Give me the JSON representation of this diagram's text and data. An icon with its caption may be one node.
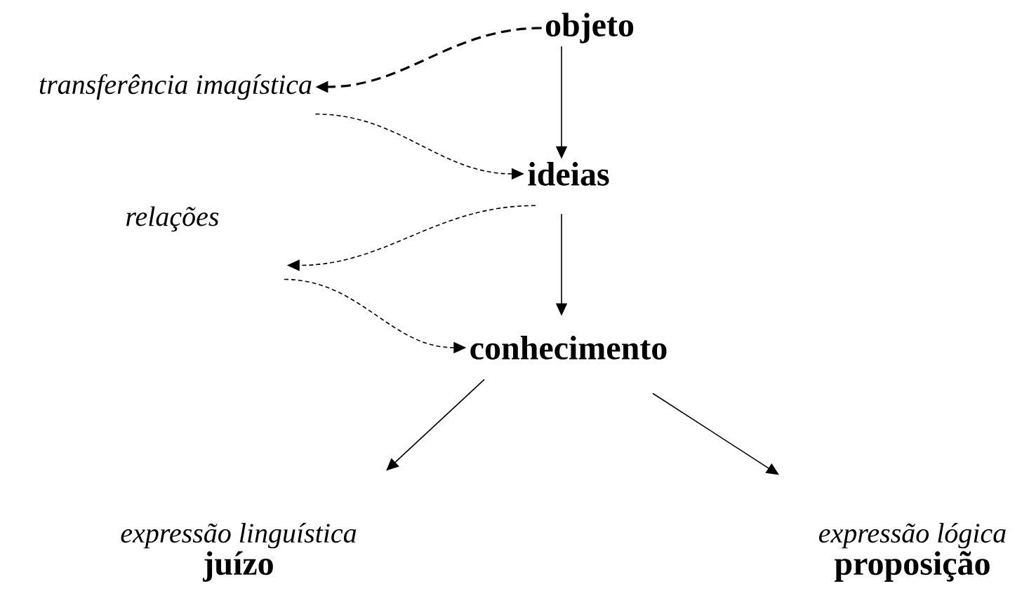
{
  "diagram": {
    "nodes": [
      {
        "text": [
          "objeto"
        ]
      },
      {
        "text": [
          "transferência  imagística"
        ]
      },
      {
        "text": [
          "ideias"
        ]
      },
      {
        "text": [
          "relações"
        ]
      },
      {
        "text": [
          "conhecimento"
        ]
      },
      {
        "text": [
          "expressão linguística",
          "juízo"
        ]
      },
      {
        "text": [
          "expressão lógica",
          "proposição"
        ]
      }
    ],
    "edges": [
      {
        "from": 0,
        "to": 1,
        "arrow": "to",
        "style": "dashed"
      },
      {
        "from": 0,
        "to": 2,
        "arrow": "to"
      },
      {
        "from": 1,
        "to": 2,
        "arrow": "to",
        "style": "dashed"
      },
      {
        "from": 2,
        "to": 3,
        "arrow": "to",
        "style": "dashed"
      },
      {
        "from": 2,
        "to": 4,
        "arrow": "to"
      },
      {
        "from": 3,
        "to": 4,
        "arrow": "to",
        "style": "dashed"
      },
      {
        "from": 4,
        "to": 5,
        "arrow": "to"
      },
      {
        "from": 4,
        "to": 6,
        "arrow": "to"
      }
    ]
  }
}
